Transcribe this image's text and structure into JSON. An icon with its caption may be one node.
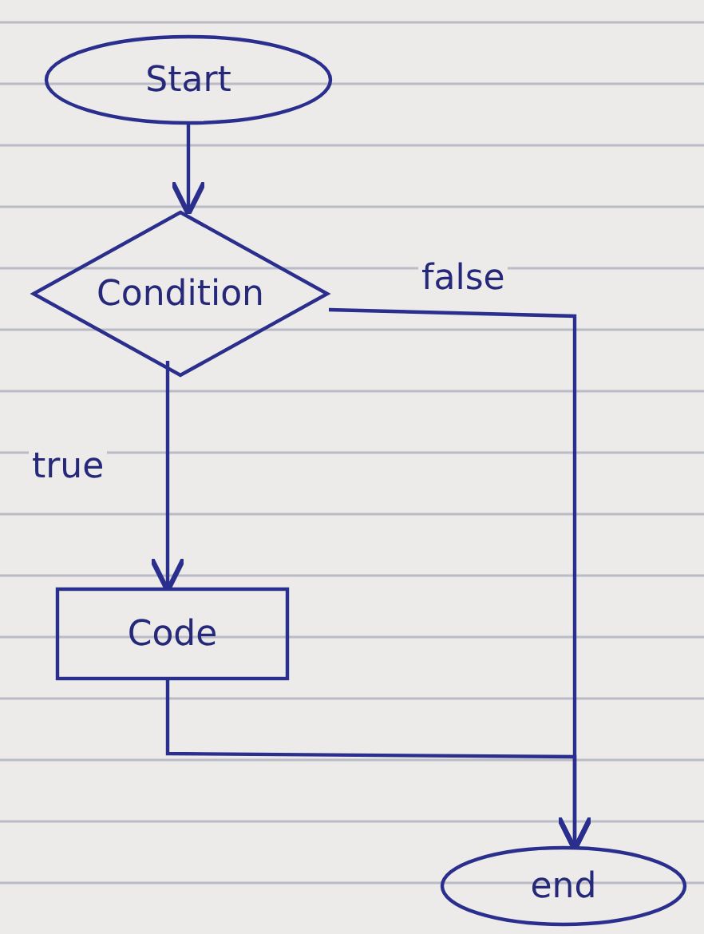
{
  "diagram": {
    "nodes": [
      {
        "text": [
          "Start"
        ]
      },
      {
        "text": [
          "Condition"
        ]
      },
      {
        "text": [
          "Code"
        ]
      },
      {
        "text": [
          "end"
        ]
      }
    ],
    "edges": [
      {
        "from": 0,
        "to": 1,
        "arrow": "to"
      },
      {
        "from": 1,
        "to": 2,
        "arrow": "to",
        "label": "true"
      },
      {
        "from": 1,
        "to": 3,
        "arrow": "to",
        "label": "false"
      },
      {
        "from": 2,
        "to": 3,
        "arrow": "to"
      }
    ]
  }
}
